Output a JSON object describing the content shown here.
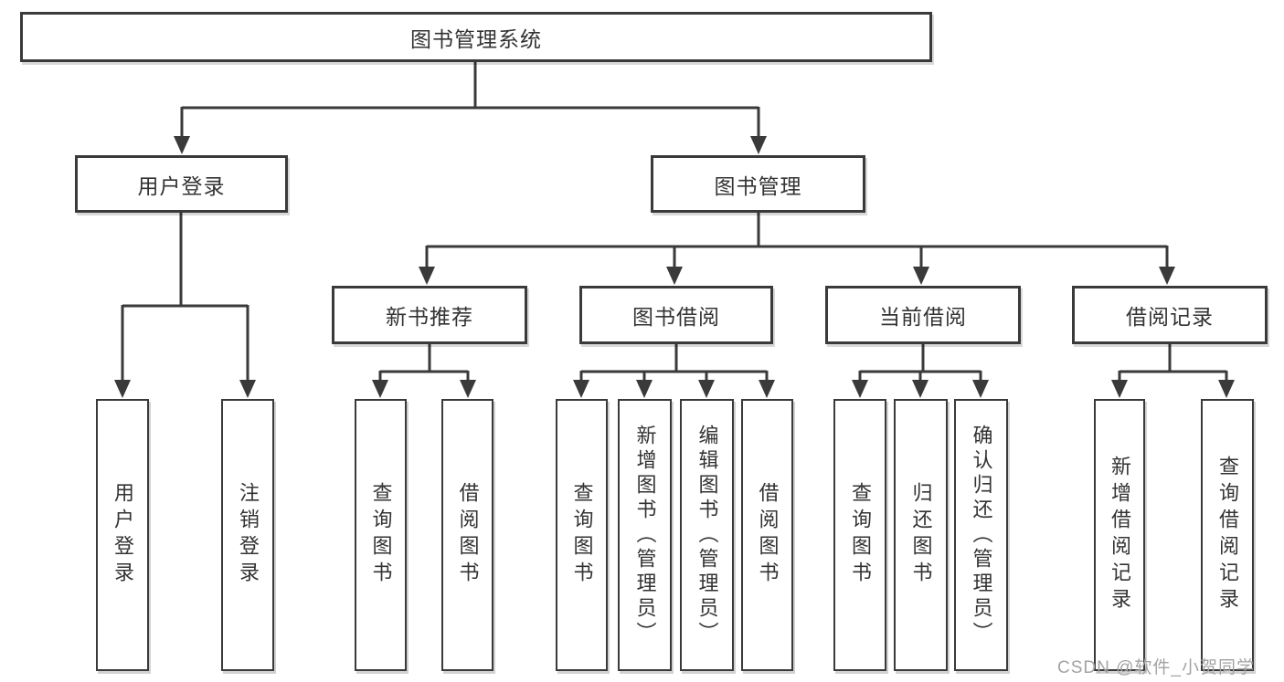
{
  "diagram": {
    "type": "feature-tree",
    "colors": {
      "line": "#3a3a3a",
      "box_border": "#3a3a3a",
      "box_fill": "#ffffff",
      "text": "#333333",
      "watermark_text": "#a3a3a3"
    },
    "tree": {
      "root": {
        "label": "图书管理系统"
      },
      "user_login": {
        "label": "用户登录",
        "leaves": [
          {
            "label": "用户登录"
          },
          {
            "label": "注销登录"
          }
        ]
      },
      "book_mgmt": {
        "label": "图书管理",
        "groups": [
          {
            "label": "新书推荐",
            "leaves": [
              {
                "label": "查询图书"
              },
              {
                "label": "借阅图书"
              }
            ]
          },
          {
            "label": "图书借阅",
            "leaves": [
              {
                "label": "查询图书"
              },
              {
                "label": "新增图书（管理员）"
              },
              {
                "label": "编辑图书（管理员）"
              },
              {
                "label": "借阅图书"
              }
            ]
          },
          {
            "label": "当前借阅",
            "leaves": [
              {
                "label": "查询图书"
              },
              {
                "label": "归还图书"
              },
              {
                "label": "确认归还（管理员）"
              }
            ]
          },
          {
            "label": "借阅记录",
            "leaves": [
              {
                "label": "新增借阅记录"
              },
              {
                "label": "查询借阅记录"
              }
            ]
          }
        ]
      }
    },
    "watermark": {
      "text": "CSDN @软件_小贺同学"
    }
  }
}
